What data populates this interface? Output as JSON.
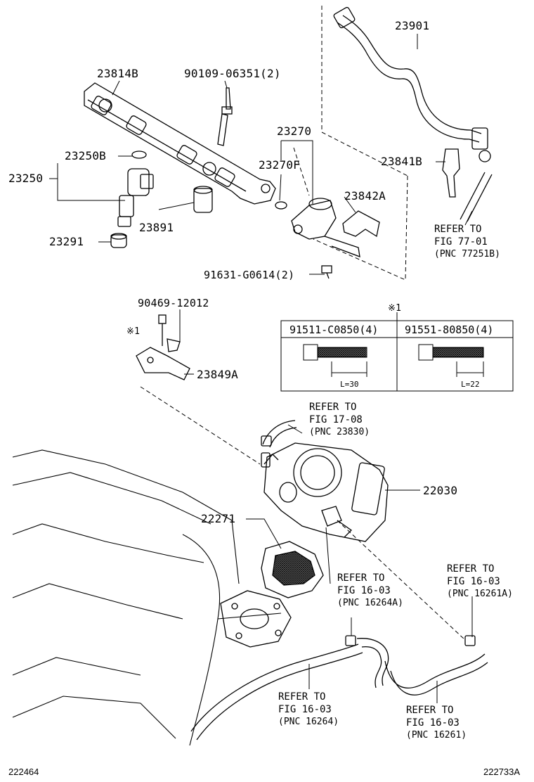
{
  "parts": {
    "p23901": "23901",
    "p23814B": "23814B",
    "p90109": "90109-06351(2)",
    "p23270": "23270",
    "p23270F": "23270F",
    "p23250B": "23250B",
    "p23250": "23250",
    "p23842A": "23842A",
    "p23841B": "23841B",
    "p23891": "23891",
    "p23291": "23291",
    "p91631": "91631-G0614(2)",
    "p90469": "90469-12012",
    "p23849A": "23849A",
    "p22030": "22030",
    "p22271": "22271"
  },
  "marks": {
    "star1_a": "※1",
    "star1_b": "※1"
  },
  "refs": {
    "r77_01": {
      "line1": "REFER TO",
      "line2": "FIG 77-01",
      "line3": "(PNC 77251B)"
    },
    "r17_08": {
      "line1": "REFER TO",
      "line2": "FIG 17-08",
      "line3": "(PNC 23830)"
    },
    "r16264A": {
      "line1": "REFER TO",
      "line2": "FIG 16-03",
      "line3": "(PNC 16264A)"
    },
    "r16261A": {
      "line1": "REFER TO",
      "line2": "FIG 16-03",
      "line3": "(PNC 16261A)"
    },
    "r16264": {
      "line1": "REFER TO",
      "line2": "FIG 16-03",
      "line3": "(PNC 16264)"
    },
    "r16261": {
      "line1": "REFER TO",
      "line2": "FIG 16-03",
      "line3": "(PNC 16261)"
    }
  },
  "bolt_table": {
    "col1": {
      "part": "91511-C0850(4)",
      "length": "L=30"
    },
    "col2": {
      "part": "91551-80850(4)",
      "length": "L=22"
    }
  },
  "footer": {
    "left_code": "222464",
    "right_code": "222733A"
  }
}
